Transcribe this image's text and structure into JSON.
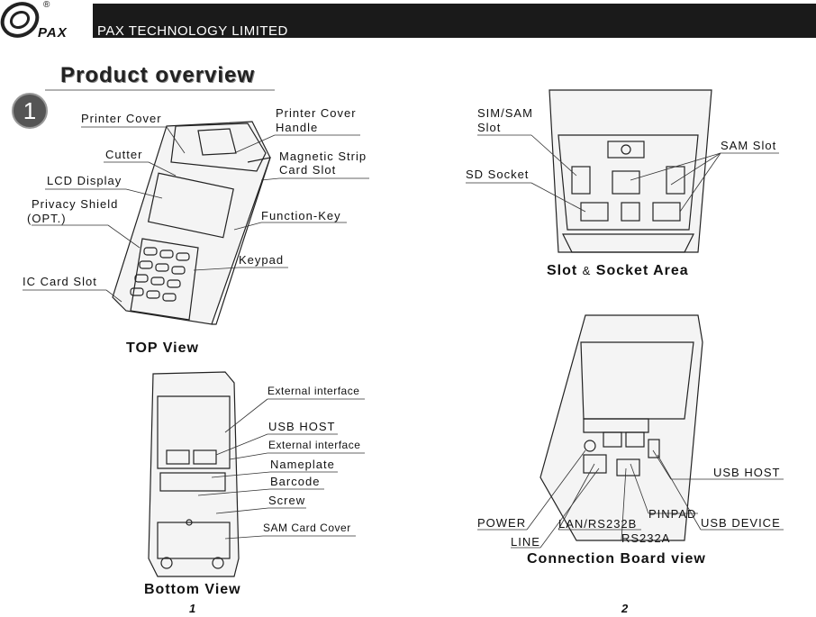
{
  "header": {
    "brand": "PAX",
    "registered_mark": "®",
    "company": "PAX TECHNOLOGY LIMITED"
  },
  "section": {
    "number": "1",
    "title": "Product  overview"
  },
  "top_view": {
    "caption": "TOP  View",
    "labels": {
      "printer_cover": "Printer  Cover",
      "cutter": "Cutter",
      "lcd_display": "LCD  Display",
      "privacy_shield_1": "Privacy  Shield",
      "privacy_shield_2": "(OPT.)",
      "ic_card_slot": "IC  Card  Slot",
      "printer_cover_handle_1": "Printer  Cover",
      "printer_cover_handle_2": "Handle",
      "magnetic_strip_1": "Magnetic  Strip",
      "magnetic_strip_2": "Card  Slot",
      "function_key": "Function-Key",
      "keypad": "Keypad"
    }
  },
  "slot_view": {
    "caption_a": "Slot",
    "caption_amp": "&",
    "caption_b": "Socket  Area",
    "labels": {
      "sim_sam_1": "SIM/SAM",
      "sim_sam_2": "Slot",
      "sd_socket": "SD  Socket",
      "sam_slot": "SAM  Slot"
    }
  },
  "bottom_view": {
    "caption": "Bottom  View",
    "labels": {
      "external_interface_1": "External  interface",
      "usb_host": "USB HOST",
      "external_interface_2": "External  interface",
      "nameplate": "Nameplate",
      "barcode": "Barcode",
      "screw": "Screw",
      "sam_card_cover": "SAM  Card  Cover"
    }
  },
  "connection_view": {
    "caption": "Connection Board view",
    "labels": {
      "usb_host": "USB  HOST",
      "pinpad": "PINPAD",
      "usb_device": "USB  DEVICE",
      "power": "POWER",
      "lan_rs232b": "LAN/RS232B",
      "rs232a": "RS232A",
      "line": "LINE"
    }
  },
  "pages": {
    "left": "1",
    "right": "2"
  }
}
